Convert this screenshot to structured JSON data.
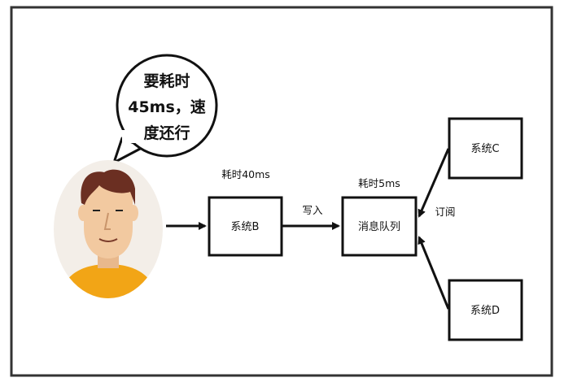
{
  "bubble": {
    "line1": "要耗时",
    "line2": "45ms，速",
    "line3": "度还行"
  },
  "system_b": {
    "label": "系统B",
    "time": "耗时40ms"
  },
  "write_label": "写入",
  "queue": {
    "label": "消息队列",
    "time": "耗时5ms"
  },
  "subscribe_label": "订阅",
  "system_c": {
    "label": "系统C"
  },
  "system_d": {
    "label": "系统D"
  },
  "colors": {
    "skin": "#f2c9a0",
    "hair": "#6b2f22",
    "shirt": "#f2a516",
    "avatar_bg": "#f3eee8"
  }
}
